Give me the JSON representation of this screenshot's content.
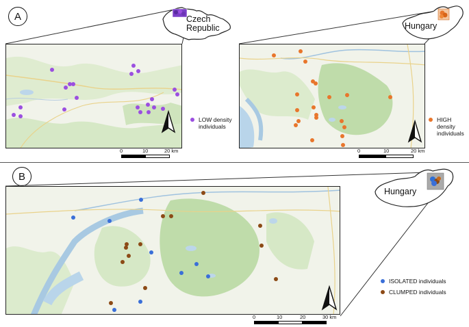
{
  "panels": {
    "a": {
      "badge": "A",
      "left_inset": {
        "country": "Czech Republic",
        "country_line1": "Czech",
        "country_line2": "Republic",
        "marker_color": "#7b3fc8"
      },
      "right_inset": {
        "country": "Hungary",
        "marker_color": "#e8762c"
      },
      "left_map": {
        "dot_color": "#9b4fe0",
        "legend_line1": "LOW density",
        "legend_line2": "individuals",
        "scale": {
          "t0": "0",
          "t1": "10",
          "t2": "20 km"
        }
      },
      "right_map": {
        "dot_color": "#e8762c",
        "legend_line1": "HIGH density",
        "legend_line2": "individuals",
        "scale": {
          "t0": "0",
          "t1": "10",
          "t2": "20 km"
        }
      }
    },
    "b": {
      "badge": "B",
      "inset": {
        "country": "Hungary",
        "marker_color": "#2e6fd6"
      },
      "map": {
        "isolated_color": "#3a6fd8",
        "clumped_color": "#8c4a16",
        "legend_isolated": "ISOLATED individuals",
        "legend_clumped": "CLUMPED individuals",
        "scale": {
          "t0": "0",
          "t1": "10",
          "t2": "20",
          "t3": "30 km"
        }
      }
    }
  }
}
